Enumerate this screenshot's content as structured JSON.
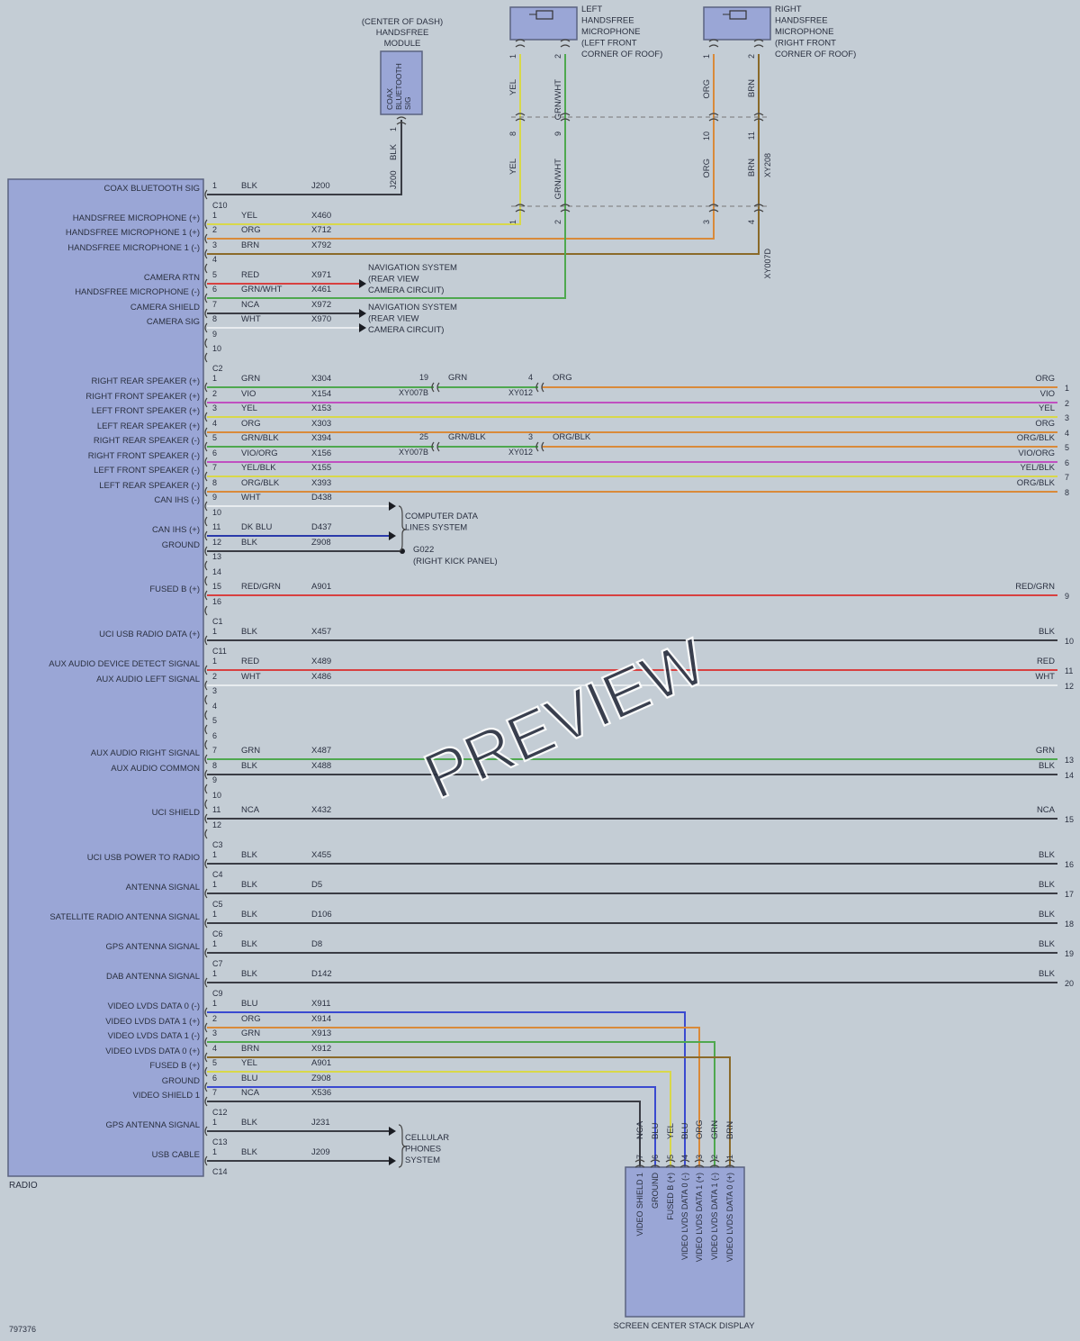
{
  "colors": {
    "background": "#c4cdd5",
    "component_fill": "#9aa6d6",
    "component_stroke": "#5b6380",
    "BLK": "#3a3c44",
    "YEL": "#d8d84a",
    "ORG": "#d98a3a",
    "BRN": "#8a6a2a",
    "RED": "#d84040",
    "GRN": "#4fa84f",
    "WHT": "#e8ecef",
    "VIO": "#c050c0",
    "BLU": "#3a4ad0",
    "DKBLU": "#2a3aaa",
    "NCA": "#3a3c44"
  },
  "radio": {
    "name": "RADIO",
    "connectors": [
      {
        "id": "C10",
        "pins": [
          {
            "pin": "1",
            "signal": "COAX BLUETOOTH SIG",
            "color": "BLK",
            "circuit": "J200"
          }
        ]
      },
      {
        "id": "C2",
        "pins": [
          {
            "pin": "1",
            "signal": "HANDSFREE MICROPHONE (+)",
            "color": "YEL",
            "circuit": "X460"
          },
          {
            "pin": "2",
            "signal": "HANDSFREE MICROPHONE 1 (+)",
            "color": "ORG",
            "circuit": "X712"
          },
          {
            "pin": "3",
            "signal": "HANDSFREE MICROPHONE 1 (-)",
            "color": "BRN",
            "circuit": "X792"
          },
          {
            "pin": "4",
            "signal": "",
            "color": "",
            "circuit": ""
          },
          {
            "pin": "5",
            "signal": "CAMERA RTN",
            "color": "RED",
            "circuit": "X971"
          },
          {
            "pin": "6",
            "signal": "HANDSFREE MICROPHONE (-)",
            "color": "GRN/WHT",
            "circuit": "X461"
          },
          {
            "pin": "7",
            "signal": "CAMERA SHIELD",
            "color": "NCA",
            "circuit": "X972"
          },
          {
            "pin": "8",
            "signal": "CAMERA SIG",
            "color": "WHT",
            "circuit": "X970"
          },
          {
            "pin": "9",
            "signal": "",
            "color": "",
            "circuit": ""
          },
          {
            "pin": "10",
            "signal": "",
            "color": "",
            "circuit": ""
          }
        ]
      },
      {
        "id": "C1",
        "pins": [
          {
            "pin": "1",
            "signal": "RIGHT REAR SPEAKER (+)",
            "color": "GRN",
            "circuit": "X304"
          },
          {
            "pin": "2",
            "signal": "RIGHT FRONT SPEAKER (+)",
            "color": "VIO",
            "circuit": "X154"
          },
          {
            "pin": "3",
            "signal": "LEFT FRONT SPEAKER (+)",
            "color": "YEL",
            "circuit": "X153"
          },
          {
            "pin": "4",
            "signal": "LEFT REAR SPEAKER (+)",
            "color": "ORG",
            "circuit": "X303"
          },
          {
            "pin": "5",
            "signal": "RIGHT REAR SPEAKER (-)",
            "color": "GRN/BLK",
            "circuit": "X394"
          },
          {
            "pin": "6",
            "signal": "RIGHT FRONT SPEAKER (-)",
            "color": "VIO/ORG",
            "circuit": "X156"
          },
          {
            "pin": "7",
            "signal": "LEFT FRONT SPEAKER (-)",
            "color": "YEL/BLK",
            "circuit": "X155"
          },
          {
            "pin": "8",
            "signal": "LEFT REAR SPEAKER (-)",
            "color": "ORG/BLK",
            "circuit": "X393"
          },
          {
            "pin": "9",
            "signal": "CAN IHS (-)",
            "color": "WHT",
            "circuit": "D438"
          },
          {
            "pin": "10",
            "signal": "",
            "color": "",
            "circuit": ""
          },
          {
            "pin": "11",
            "signal": "CAN IHS (+)",
            "color": "DK BLU",
            "circuit": "D437"
          },
          {
            "pin": "12",
            "signal": "GROUND",
            "color": "BLK",
            "circuit": "Z908"
          },
          {
            "pin": "13",
            "signal": "",
            "color": "",
            "circuit": ""
          },
          {
            "pin": "14",
            "signal": "",
            "color": "",
            "circuit": ""
          },
          {
            "pin": "15",
            "signal": "FUSED B (+)",
            "color": "RED/GRN",
            "circuit": "A901"
          },
          {
            "pin": "16",
            "signal": "",
            "color": "",
            "circuit": ""
          }
        ]
      },
      {
        "id": "C11",
        "pins": [
          {
            "pin": "1",
            "signal": "UCI USB RADIO DATA (+)",
            "color": "BLK",
            "circuit": "X457"
          }
        ]
      },
      {
        "id": "C3",
        "pins": [
          {
            "pin": "1",
            "signal": "AUX AUDIO DEVICE DETECT SIGNAL",
            "color": "RED",
            "circuit": "X489"
          },
          {
            "pin": "2",
            "signal": "AUX AUDIO LEFT SIGNAL",
            "color": "WHT",
            "circuit": "X486"
          },
          {
            "pin": "3",
            "signal": "",
            "color": "",
            "circuit": ""
          },
          {
            "pin": "4",
            "signal": "",
            "color": "",
            "circuit": ""
          },
          {
            "pin": "5",
            "signal": "",
            "color": "",
            "circuit": ""
          },
          {
            "pin": "6",
            "signal": "",
            "color": "",
            "circuit": ""
          },
          {
            "pin": "7",
            "signal": "AUX AUDIO RIGHT SIGNAL",
            "color": "GRN",
            "circuit": "X487"
          },
          {
            "pin": "8",
            "signal": "AUX AUDIO COMMON",
            "color": "BLK",
            "circuit": "X488"
          },
          {
            "pin": "9",
            "signal": "",
            "color": "",
            "circuit": ""
          },
          {
            "pin": "10",
            "signal": "",
            "color": "",
            "circuit": ""
          },
          {
            "pin": "11",
            "signal": "UCI SHIELD",
            "color": "NCA",
            "circuit": "X432"
          },
          {
            "pin": "12",
            "signal": "",
            "color": "",
            "circuit": ""
          }
        ]
      },
      {
        "id": "C4",
        "pins": [
          {
            "pin": "1",
            "signal": "UCI USB POWER TO RADIO",
            "color": "BLK",
            "circuit": "X455"
          }
        ]
      },
      {
        "id": "C5",
        "pins": [
          {
            "pin": "1",
            "signal": "ANTENNA SIGNAL",
            "color": "BLK",
            "circuit": "D5"
          }
        ]
      },
      {
        "id": "C6",
        "pins": [
          {
            "pin": "1",
            "signal": "SATELLITE RADIO ANTENNA SIGNAL",
            "color": "BLK",
            "circuit": "D106"
          }
        ]
      },
      {
        "id": "C7",
        "pins": [
          {
            "pin": "1",
            "signal": "GPS ANTENNA SIGNAL",
            "color": "BLK",
            "circuit": "D8"
          }
        ]
      },
      {
        "id": "C9",
        "pins": [
          {
            "pin": "1",
            "signal": "DAB ANTENNA SIGNAL",
            "color": "BLK",
            "circuit": "D142"
          }
        ]
      },
      {
        "id": "C12",
        "pins": [
          {
            "pin": "1",
            "signal": "VIDEO LVDS DATA 0 (-)",
            "color": "BLU",
            "circuit": "X911"
          },
          {
            "pin": "2",
            "signal": "VIDEO LVDS DATA 1 (+)",
            "color": "ORG",
            "circuit": "X914"
          },
          {
            "pin": "3",
            "signal": "VIDEO LVDS DATA 1 (-)",
            "color": "GRN",
            "circuit": "X913"
          },
          {
            "pin": "4",
            "signal": "VIDEO LVDS DATA 0 (+)",
            "color": "BRN",
            "circuit": "X912"
          },
          {
            "pin": "5",
            "signal": "FUSED B (+)",
            "color": "YEL",
            "circuit": "A901"
          },
          {
            "pin": "6",
            "signal": "GROUND",
            "color": "BLU",
            "circuit": "Z908"
          },
          {
            "pin": "7",
            "signal": "VIDEO SHIELD 1",
            "color": "NCA",
            "circuit": "X536"
          }
        ]
      },
      {
        "id": "C13",
        "pins": [
          {
            "pin": "1",
            "signal": "GPS ANTENNA SIGNAL",
            "color": "BLK",
            "circuit": "J231"
          }
        ]
      },
      {
        "id": "C14",
        "pins": [
          {
            "pin": "1",
            "signal": "USB CABLE",
            "color": "BLK",
            "circuit": "J209"
          }
        ]
      }
    ]
  },
  "bluetooth_module": {
    "location_lines": [
      "(CENTER OF DASH)",
      "HANDSFREE",
      "MODULE"
    ],
    "pin_label": [
      "COAX",
      "BLUETOOTH",
      "SIG"
    ],
    "pin": "1",
    "wire_color": "BLK",
    "circuit": "J200"
  },
  "left_mic": {
    "lines": [
      "LEFT",
      "HANDSFREE",
      "MICROPHONE",
      "(LEFT FRONT",
      "CORNER OF ROOF)"
    ],
    "pins": [
      {
        "pin": "1",
        "color": "YEL"
      },
      {
        "pin": "2",
        "color": "GRN/WHT"
      }
    ],
    "inline": [
      {
        "pin": "8",
        "color": "YEL"
      },
      {
        "pin": "9",
        "color": "GRN/WHT"
      }
    ],
    "bottom_pins": [
      "1",
      "2"
    ]
  },
  "right_mic": {
    "lines": [
      "RIGHT",
      "HANDSFREE",
      "MICROPHONE",
      "(RIGHT FRONT",
      "CORNER OF ROOF)"
    ],
    "pins": [
      {
        "pin": "1",
        "color": "ORG"
      },
      {
        "pin": "2",
        "color": "BRN"
      }
    ],
    "inline": [
      {
        "pin": "10",
        "color": "ORG"
      },
      {
        "pin": "11",
        "color": "BRN"
      }
    ],
    "inline_connector": "XY208",
    "bottom_pins": [
      "3",
      "4"
    ],
    "bottom_connector": "XY007D"
  },
  "nav_system_1": [
    "NAVIGATION SYSTEM",
    "(REAR VIEW",
    "CAMERA CIRCUIT)"
  ],
  "nav_system_2": [
    "NAVIGATION SYSTEM",
    "(REAR VIEW",
    "CAMERA CIRCUIT)"
  ],
  "computer_data": [
    "COMPUTER DATA",
    "LINES SYSTEM"
  ],
  "ground_ref": [
    "G022",
    "(RIGHT KICK PANEL)"
  ],
  "cellular": [
    "CELLULAR",
    "PHONES",
    "SYSTEM"
  ],
  "inline_speaker": [
    {
      "left_pin": "19",
      "left_conn": "XY007B",
      "mid_color": "GRN",
      "right_pin": "4",
      "right_conn": "XY012",
      "right_color": "ORG"
    },
    {
      "left_pin": "25",
      "left_conn": "XY007B",
      "mid_color": "GRN/BLK",
      "right_pin": "3",
      "right_conn": "XY012",
      "right_color": "ORG/BLK"
    }
  ],
  "right_terminals": [
    {
      "num": "1",
      "color": "ORG"
    },
    {
      "num": "2",
      "color": "VIO"
    },
    {
      "num": "3",
      "color": "YEL"
    },
    {
      "num": "4",
      "color": "ORG"
    },
    {
      "num": "5",
      "color": "ORG/BLK"
    },
    {
      "num": "6",
      "color": "VIO/ORG"
    },
    {
      "num": "7",
      "color": "YEL/BLK"
    },
    {
      "num": "8",
      "color": "ORG/BLK"
    },
    {
      "num": "9",
      "color": "RED/GRN"
    },
    {
      "num": "10",
      "color": "BLK"
    },
    {
      "num": "11",
      "color": "RED"
    },
    {
      "num": "12",
      "color": "WHT"
    },
    {
      "num": "13",
      "color": "GRN"
    },
    {
      "num": "14",
      "color": "BLK"
    },
    {
      "num": "15",
      "color": "NCA"
    },
    {
      "num": "16",
      "color": "BLK"
    },
    {
      "num": "17",
      "color": "BLK"
    },
    {
      "num": "18",
      "color": "BLK"
    },
    {
      "num": "19",
      "color": "BLK"
    },
    {
      "num": "20",
      "color": "BLK"
    }
  ],
  "display": {
    "name": "SCREEN CENTER STACK DISPLAY",
    "pins": [
      {
        "pin": "7",
        "color": "NCA",
        "signal": "VIDEO SHIELD 1"
      },
      {
        "pin": "6",
        "color": "BLU",
        "signal": "GROUND"
      },
      {
        "pin": "5",
        "color": "YEL",
        "signal": "FUSED B (+)"
      },
      {
        "pin": "4",
        "color": "BLU",
        "signal": "VIDEO LVDS DATA 0 (-)"
      },
      {
        "pin": "3",
        "color": "ORG",
        "signal": "VIDEO LVDS DATA 1 (+)"
      },
      {
        "pin": "2",
        "color": "GRN",
        "signal": "VIDEO LVDS DATA 1 (-)"
      },
      {
        "pin": "1",
        "color": "BRN",
        "signal": "VIDEO LVDS DATA 0 (+)"
      }
    ]
  },
  "watermark": "PREVIEW",
  "figure_id": "797376"
}
